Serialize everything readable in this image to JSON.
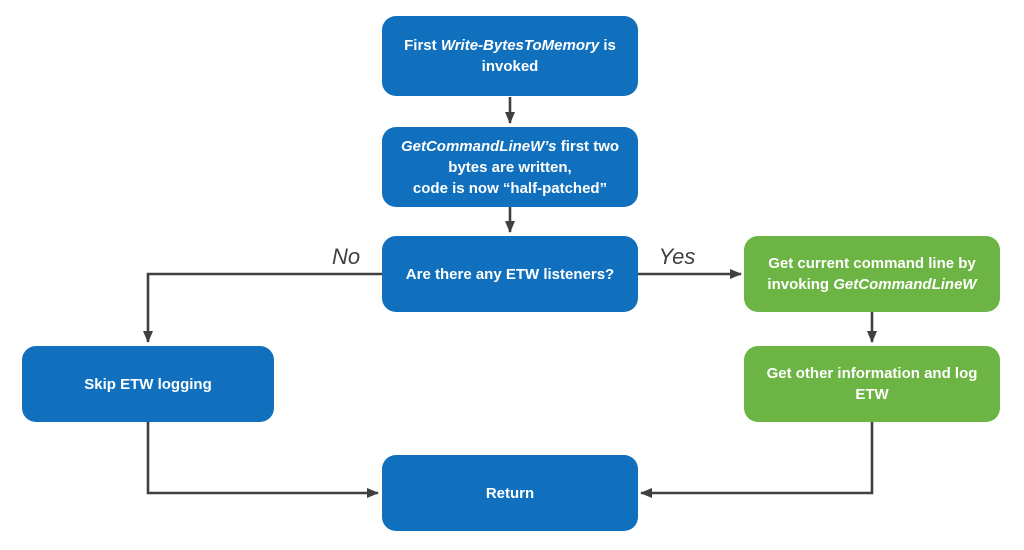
{
  "diagram": {
    "colors": {
      "blue": "#1070BD",
      "green": "#6CB443",
      "arrow": "#404040",
      "node_text": "#FFFFFF",
      "background": "#FFFFFF"
    },
    "nodes": {
      "invoke_write": {
        "pre": "First ",
        "italic": "Write-BytesToMemory",
        "post": " is invoked"
      },
      "half_patched": {
        "italic": "GetCommandLineW’s",
        "rest": " first two bytes are written,",
        "line2": "code is now “half-patched”"
      },
      "etw_listeners": {
        "label": "Are there any ETW listeners?"
      },
      "get_cmdline": {
        "pre": "Get current command line by invoking ",
        "italic": "GetCommandLineW"
      },
      "skip_logging": {
        "label": "Skip ETW logging"
      },
      "log_etw": {
        "label": "Get other information and log ETW"
      },
      "return_node": {
        "label": "Return"
      }
    },
    "edges": {
      "no_label": "No",
      "yes_label": "Yes"
    }
  }
}
